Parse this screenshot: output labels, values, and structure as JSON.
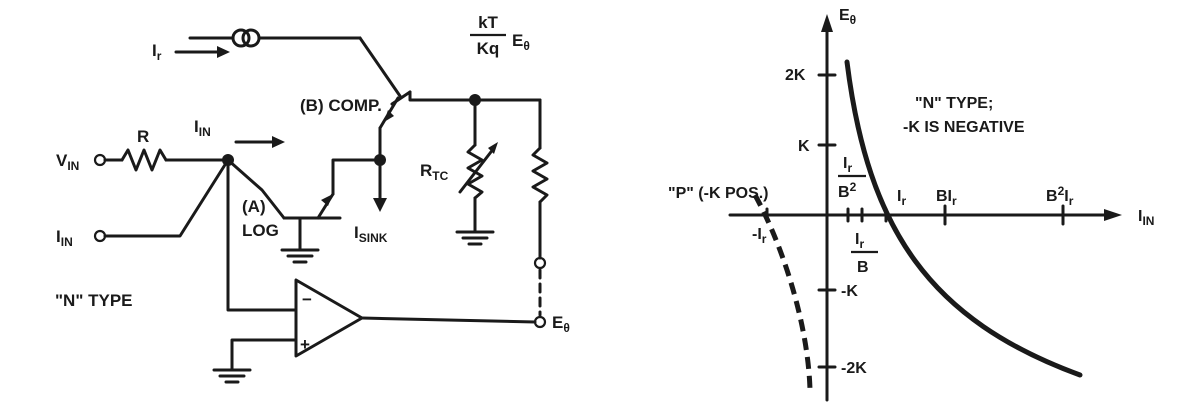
{
  "circuit": {
    "v_in": "V",
    "v_in_sub": "IN",
    "i_in_source": "I",
    "i_in_source_sub": "IN",
    "resistor_r": "R",
    "i_in_current": "I",
    "i_in_current_sub": "IN",
    "i_ref": "I",
    "i_ref_sub": "r",
    "log_label_a": "(A)",
    "log_label": "LOG",
    "comp_label": "(B) COMP.",
    "sink": "I",
    "sink_sub": "SINK",
    "rtc": "R",
    "rtc_sub": "TC",
    "kt": "kT",
    "kq": "Kq",
    "e_theta_gain": "E",
    "e_theta_gain_sub": "θ",
    "opamp_minus": "−",
    "opamp_plus": "+",
    "output_e": "E",
    "output_e_sub": "θ",
    "type_label": "\"N\" TYPE"
  },
  "graph": {
    "y_axis_label": "E",
    "y_axis_sub": "θ",
    "x_axis_label": "I",
    "x_axis_sub": "IN",
    "y_ticks": [
      "2K",
      "K",
      "-K",
      "-2K"
    ],
    "x_ir": "I",
    "x_ir_sub": "r",
    "x_bir": "BI",
    "x_bir_sub": "r",
    "x_b2ir": "B",
    "x_b2ir_sup": "2",
    "x_b2ir_i": "I",
    "x_b2ir_sub": "r",
    "x_neg_ir": "-I",
    "x_neg_ir_sub": "r",
    "frac_ir_b2_num": "I",
    "frac_ir_b2_num_sub": "r",
    "frac_ir_b2_den": "B",
    "frac_ir_b2_den_sup": "2",
    "frac_ir_b_num": "I",
    "frac_ir_b_num_sub": "r",
    "frac_ir_b_den": "B",
    "n_type_line1": "\"N\" TYPE;",
    "n_type_line2": "-K IS NEGATIVE",
    "p_type": "\"P\" (-K POS.)"
  }
}
